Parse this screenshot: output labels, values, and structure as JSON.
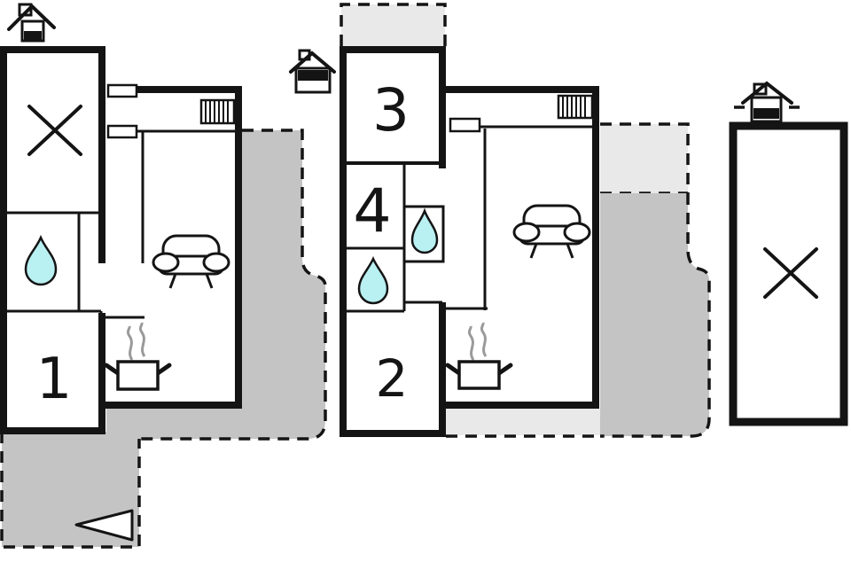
{
  "plan": {
    "type": "floor-plan",
    "rooms": [
      {
        "label": "1"
      },
      {
        "label": "2"
      },
      {
        "label": "3"
      },
      {
        "label": "4"
      }
    ],
    "icons": {
      "water_drop": "bathroom-water-drop",
      "sofa": "sofa-top-view",
      "stove": "steaming-pot-stove",
      "radiator": "radiator-grille",
      "x_mark": "x-cross-area",
      "chimney_house": "house-with-chimney",
      "entrance_arrow": "left-pointing-triangle-arrow"
    },
    "colors": {
      "wall": "#141414",
      "terrace_dark": "#c4c4c4",
      "terrace_light": "#e9e9e9",
      "water": "#b9f0f2",
      "steam": "#9a9a9a",
      "white": "#ffffff"
    }
  }
}
